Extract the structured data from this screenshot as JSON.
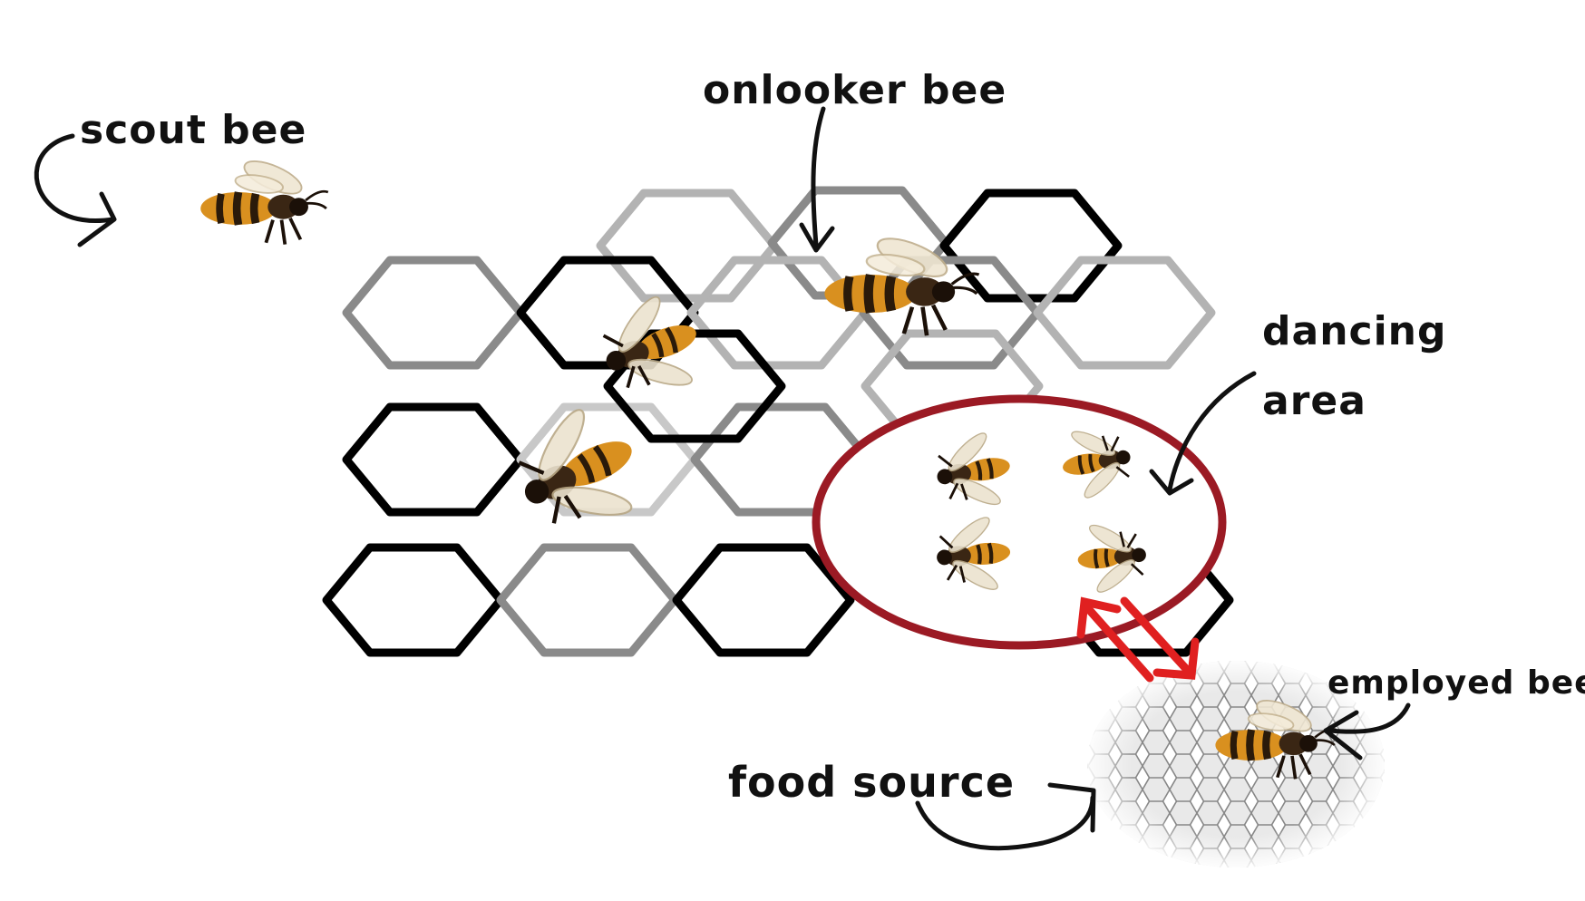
{
  "labels": {
    "onlooker_bee": "onlooker bee",
    "scout_bee": "scout bee",
    "dancing_area_line1": "dancing",
    "dancing_area_line2": "area",
    "employed_bee": "employed bee",
    "food_source": "food source"
  },
  "colors": {
    "dancing_circle": "#9b1a24",
    "exchange_arrows": "#e02020",
    "bee_body": "#d9901f",
    "bee_stripe": "#2a1a0a",
    "honeycomb_dark": "#000000",
    "honeycomb_light": "#a8a8a8",
    "food_patch": "#d4d4d4"
  },
  "icons": [
    "bee-icon",
    "honeycomb-icon",
    "arrow-icon"
  ]
}
